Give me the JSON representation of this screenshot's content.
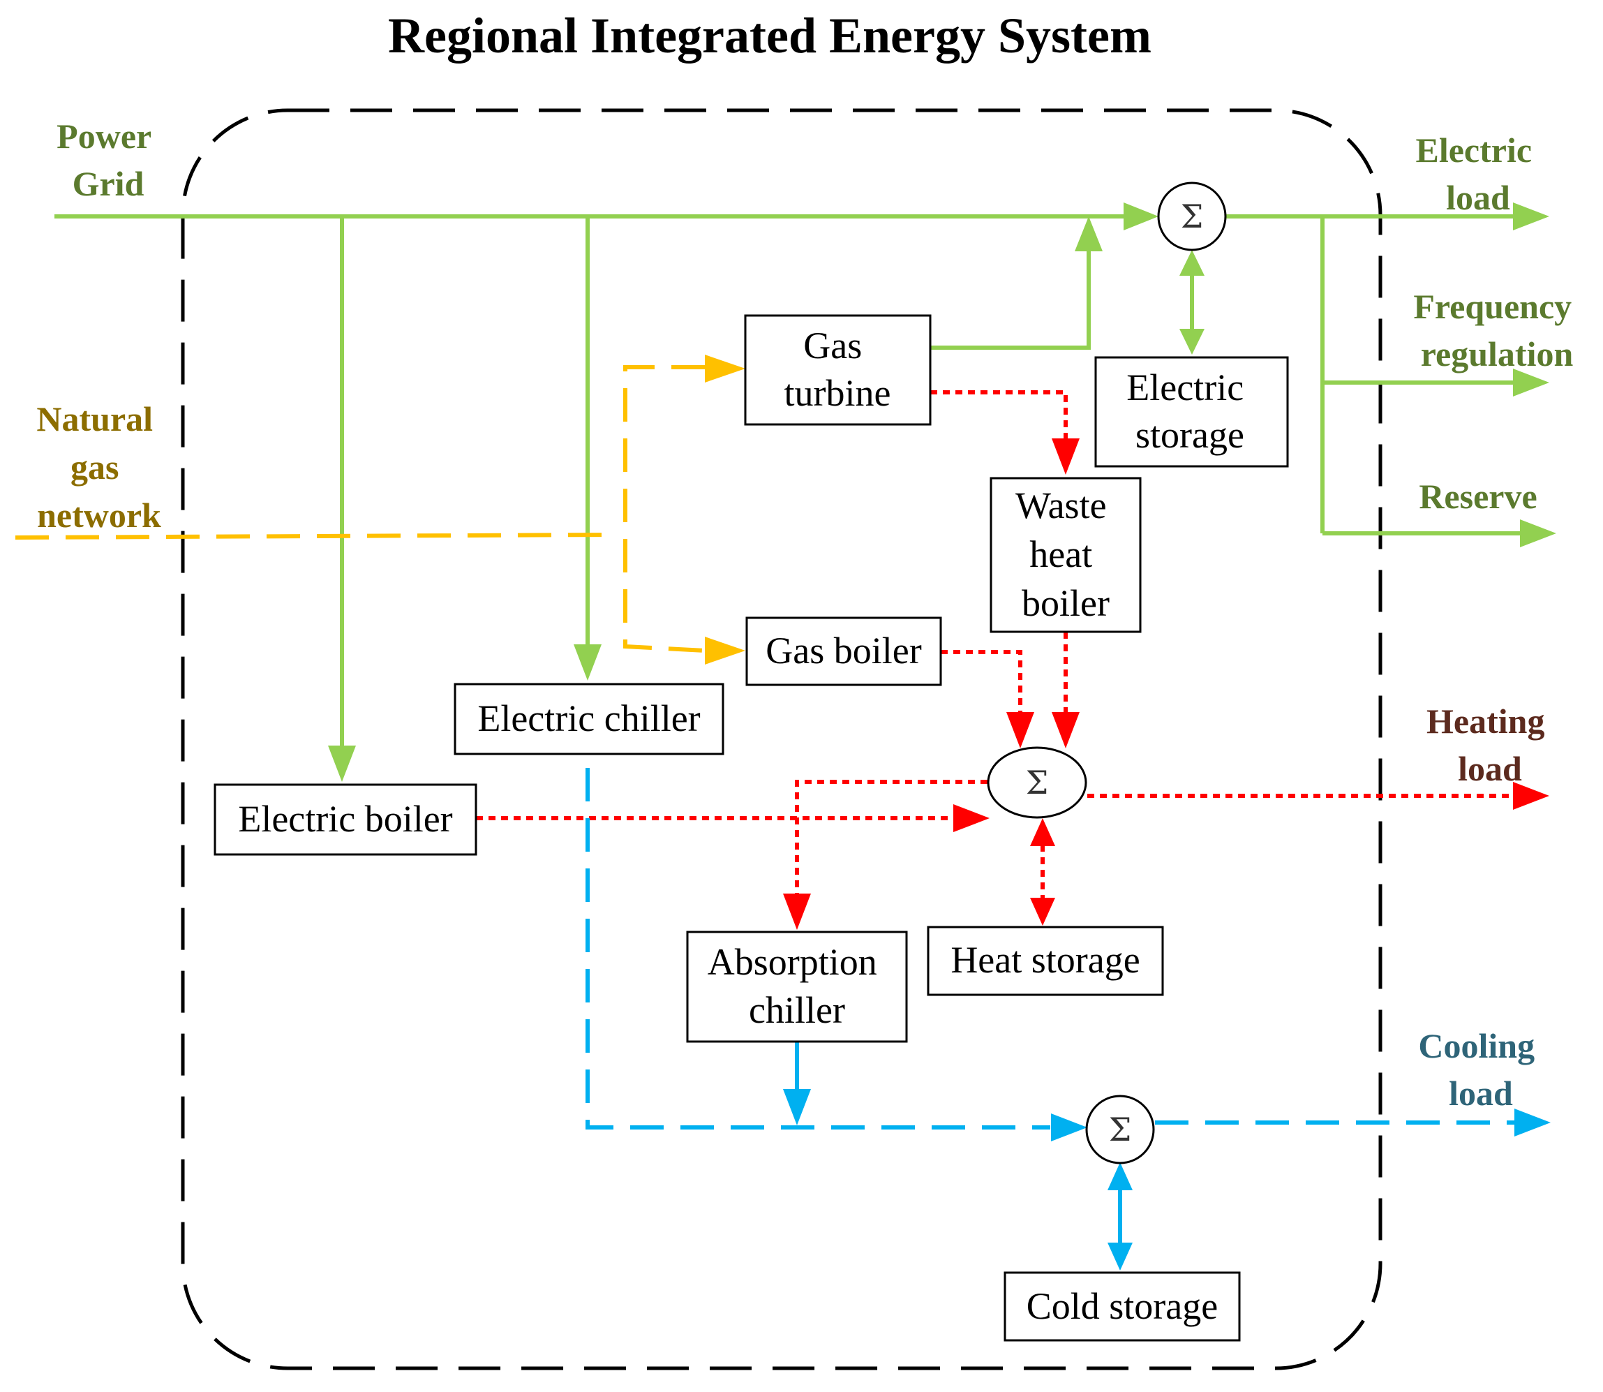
{
  "title": "Regional Integrated Energy System",
  "colors": {
    "electric": "#92D050",
    "gas": "#FFC000",
    "heat": "#FF0000",
    "cooling": "#00B0F0",
    "electric_label": "#5B7A2E",
    "gas_label": "#8C6D00",
    "heat_label": "#5C2A1E",
    "cooling_label": "#2E6478"
  },
  "inputs": {
    "power_grid": [
      "Power",
      "Grid"
    ],
    "natural_gas": [
      "Natural",
      "gas",
      "network"
    ]
  },
  "outputs": {
    "electric_load": [
      "Electric",
      "load"
    ],
    "frequency_regulation": [
      "Frequency",
      "regulation"
    ],
    "reserve": [
      "Reserve"
    ],
    "heating_load": [
      "Heating",
      "load"
    ],
    "cooling_load": [
      "Cooling",
      "load"
    ]
  },
  "devices": {
    "gas_turbine": [
      "Gas",
      "turbine"
    ],
    "electric_storage": [
      "Electric",
      "storage"
    ],
    "waste_heat_boiler": [
      "Waste",
      "heat",
      "boiler"
    ],
    "gas_boiler": [
      "Gas boiler"
    ],
    "electric_chiller": [
      "Electric chiller"
    ],
    "electric_boiler": [
      "Electric boiler"
    ],
    "absorption_chiller": [
      "Absorption",
      "chiller"
    ],
    "heat_storage": [
      "Heat storage"
    ],
    "cold_storage": [
      "Cold storage"
    ]
  },
  "sum_symbol": "Σ"
}
